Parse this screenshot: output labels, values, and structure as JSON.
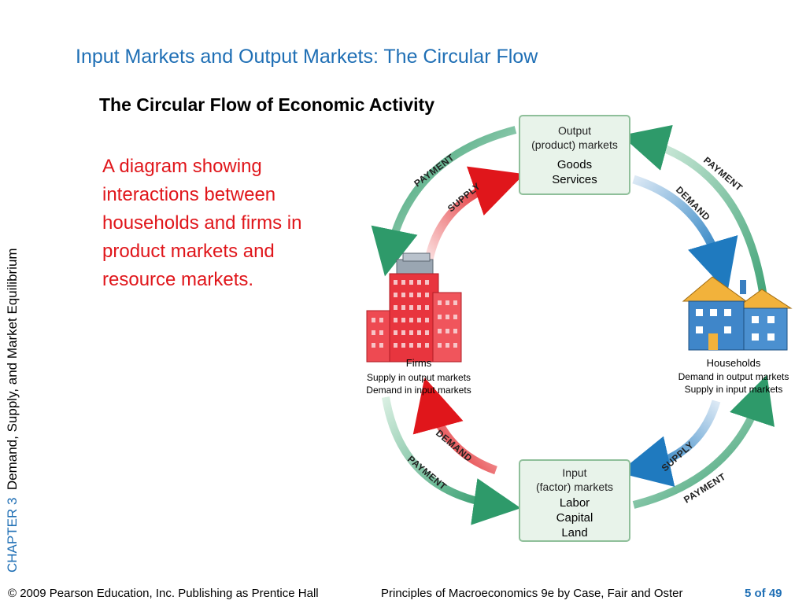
{
  "slide": {
    "title": "Input Markets and Output Markets:  The Circular Flow",
    "diagram_heading": "The Circular Flow of Economic Activity",
    "description": "A diagram showing interactions between households and firms in product markets and resource markets."
  },
  "side_label": {
    "chapter": "CHAPTER 3",
    "topic": "Demand, Supply, and Market Equilibrium"
  },
  "footer": {
    "copyright": "© 2009 Pearson Education, Inc. Publishing as Prentice Hall",
    "book": "Principles of Macroeconomics 9e by Case, Fair and Oster",
    "page": "5 of 49"
  },
  "output_market": {
    "line1": "Output",
    "line2": "(product) markets",
    "item1": "Goods",
    "item2": "Services"
  },
  "input_market": {
    "line1": "Input",
    "line2": "(factor) markets",
    "item1": "Labor",
    "item2": "Capital",
    "item3": "Land"
  },
  "firms": {
    "name": "Firms",
    "line1": "Supply in output markets",
    "line2": "Demand in input markets"
  },
  "households": {
    "name": "Households",
    "line1": "Demand in output markets",
    "line2": "Supply in input markets"
  },
  "arrow_labels": {
    "payment": "PAYMENT",
    "supply": "SUPPLY",
    "demand": "DEMAND"
  },
  "colors": {
    "title": "#1f6fb5",
    "description": "#e0161b",
    "payment": "#2e9a6a",
    "supply": "#e0161b",
    "demand": "#1f7abf",
    "box_border": "#8fbf9a",
    "box_fill": "#e8f3ea"
  }
}
